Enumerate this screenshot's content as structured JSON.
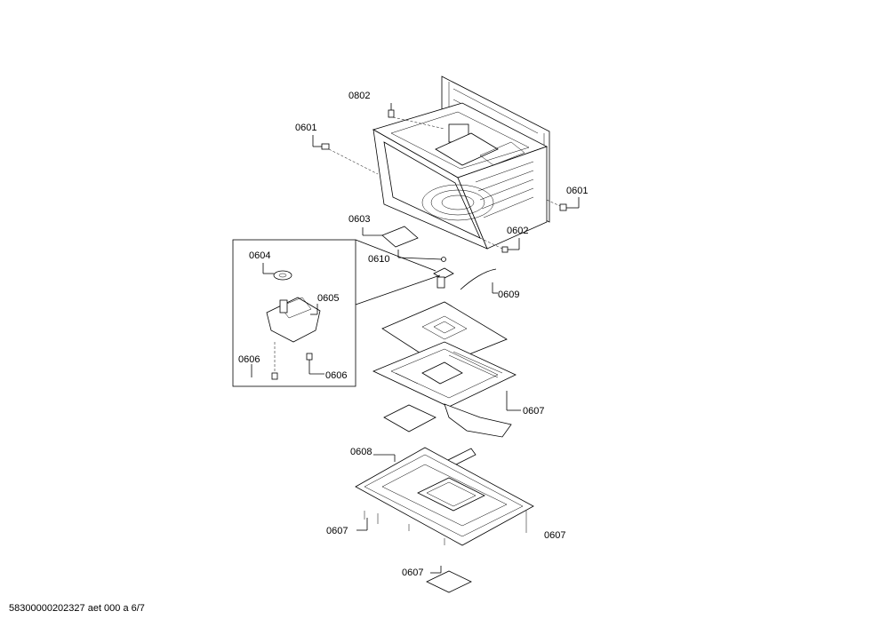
{
  "labels": {
    "l0802": "0802",
    "l0601a": "0601",
    "l0601b": "0601",
    "l0602": "0602",
    "l0603": "0603",
    "l0610": "0610",
    "l0609": "0609",
    "l0604": "0604",
    "l0605": "0605",
    "l0606a": "0606",
    "l0606b": "0606",
    "l0607a": "0607",
    "l0608": "0608",
    "l0607b": "0607",
    "l0607c": "0607",
    "l0607d": "0607"
  },
  "footer": "58300000202327 aet 000 a 6/7"
}
